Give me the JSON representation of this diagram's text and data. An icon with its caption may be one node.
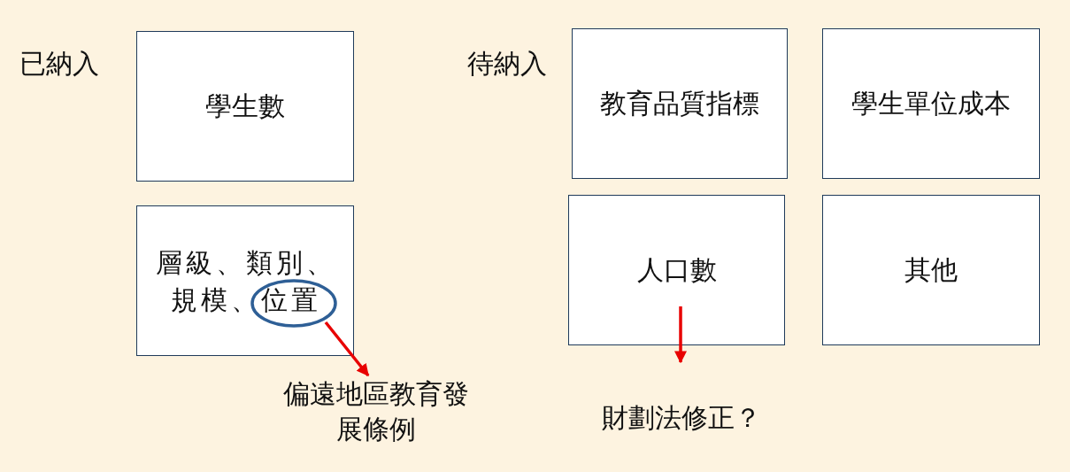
{
  "diagram": {
    "nodes": [
      {
        "text": [
          "學生數"
        ]
      },
      {
        "text": [
          "層級、類別、規模、位置"
        ]
      },
      {
        "text": [],
        "shape": "circle",
        "in": 1
      },
      {
        "text": [
          "偏遠地區教育發展條例"
        ]
      },
      {
        "text": [
          "教育品質指標"
        ]
      },
      {
        "text": [
          "學生單位成本"
        ]
      },
      {
        "text": [
          "人口數"
        ]
      },
      {
        "text": [
          "其他"
        ]
      },
      {
        "text": [
          "財劃法修正？"
        ]
      }
    ],
    "edges": [
      {
        "from": 2,
        "to": 3,
        "arrow": "to"
      },
      {
        "from": 6,
        "to": 8,
        "arrow": "to"
      }
    ],
    "labels": [
      "已納入",
      "待納入"
    ]
  }
}
